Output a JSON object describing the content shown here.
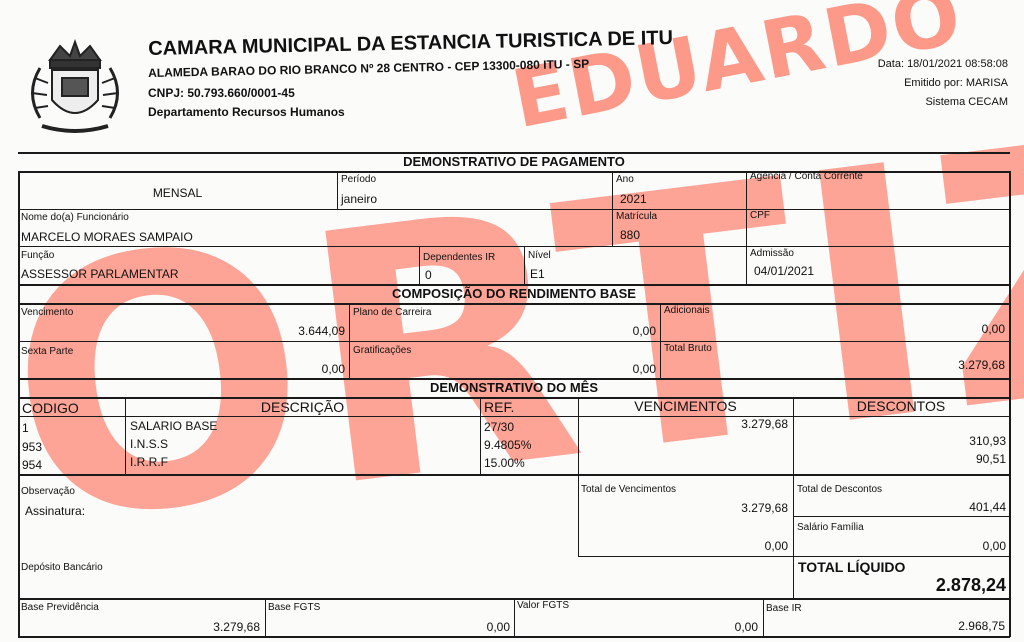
{
  "header": {
    "org_name": "CAMARA MUNICIPAL DA ESTANCIA TURISTICA DE ITU",
    "address": "ALAMEDA BARAO DO RIO BRANCO Nº 28 CENTRO - CEP 13300-080 ITU - SP",
    "cnpj": "CNPJ: 50.793.660/0001-45",
    "department": "Departamento Recursos Humanos",
    "date": "Data: 18/01/2021 08:58:08",
    "issued_by": "Emitido por: MARISA",
    "system": "Sistema CECAM"
  },
  "watermark": {
    "line1": "EDUARDO",
    "line2": "ORTIZ",
    "color": "#ff280a"
  },
  "title": "DEMONSTRATIVO DE PAGAMENTO",
  "employee": {
    "type": "MENSAL",
    "periodo_label": "Período",
    "periodo": "janeiro",
    "ano_label": "Ano",
    "ano": "2021",
    "agencia_label": "Agência / Conta Corrente",
    "agencia": "",
    "nome_label": "Nome do(a) Funcionário",
    "nome": "MARCELO MORAES SAMPAIO",
    "matricula_label": "Matrícula",
    "matricula": "880",
    "cpf_label": "CPF",
    "cpf": "",
    "funcao_label": "Função",
    "funcao": "ASSESSOR PARLAMENTAR",
    "dependentes_label": "Dependentes IR",
    "dependentes": "0",
    "nivel_label": "Nível",
    "nivel": "E1",
    "admissao_label": "Admissão",
    "admissao": "04/01/2021"
  },
  "composicao": {
    "title": "COMPOSIÇÃO DO RENDIMENTO BASE",
    "vencimento_label": "Vencimento",
    "vencimento": "3.644,09",
    "plano_label": "Plano de Carreira",
    "plano": "0,00",
    "adicionais_label": "Adicionais",
    "adicionais": "0,00",
    "sexta_label": "Sexta Parte",
    "sexta": "0,00",
    "gratificacoes_label": "Gratificações",
    "gratificacoes": "0,00",
    "total_bruto_label": "Total Bruto",
    "total_bruto": "3.279,68"
  },
  "mes": {
    "title": "DEMONSTRATIVO DO MÊS",
    "headers": {
      "codigo": "CODIGO",
      "descricao": "DESCRIÇÃO",
      "ref": "REF.",
      "vencimentos": "VENCIMENTOS",
      "descontos": "DESCONTOS"
    },
    "rows": [
      {
        "codigo": "1",
        "descricao": "SALARIO BASE",
        "ref": "27/30",
        "vencimentos": "3.279,68",
        "descontos": ""
      },
      {
        "codigo": "953",
        "descricao": "I.N.S.S",
        "ref": "9.4805%",
        "vencimentos": "",
        "descontos": "310,93"
      },
      {
        "codigo": "954",
        "descricao": "I.R.R.F",
        "ref": "15.00%",
        "vencimentos": "",
        "descontos": "90,51"
      }
    ]
  },
  "totais": {
    "observacao_label": "Observação",
    "assinatura_label": "Assinatura:",
    "total_venc_label": "Total de Vencimentos",
    "total_venc": "3.279,68",
    "total_desc_label": "Total de Descontos",
    "total_desc": "401,44",
    "unnamed_value": "0,00",
    "salario_familia_label": "Salário Família",
    "salario_familia": "0,00",
    "deposito_label": "Depósito Bancário",
    "liquido_label": "TOTAL LÍQUIDO",
    "liquido": "2.878,24"
  },
  "bases": {
    "previdencia_label": "Base Previdência",
    "previdencia": "3.279,68",
    "fgts_label": "Base FGTS",
    "fgts": "0,00",
    "valor_fgts_label": "Valor FGTS",
    "valor_fgts": "0,00",
    "ir_label": "Base IR",
    "ir": "2.968,75"
  }
}
